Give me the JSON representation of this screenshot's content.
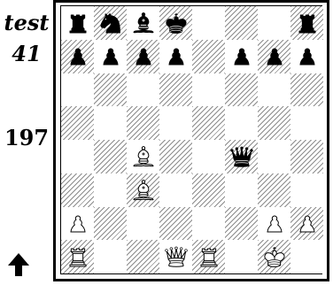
{
  "labels": {
    "title": "test",
    "number": "41",
    "count": "197"
  },
  "orientation": "white-to-move",
  "pieces": [
    {
      "type": "rook",
      "color": "black",
      "square": "a8"
    },
    {
      "type": "knight",
      "color": "black",
      "square": "b8"
    },
    {
      "type": "bishop",
      "color": "black",
      "square": "c8"
    },
    {
      "type": "king",
      "color": "black",
      "square": "d8"
    },
    {
      "type": "rook",
      "color": "black",
      "square": "h8"
    },
    {
      "type": "pawn",
      "color": "black",
      "square": "a7"
    },
    {
      "type": "pawn",
      "color": "black",
      "square": "b7"
    },
    {
      "type": "pawn",
      "color": "black",
      "square": "c7"
    },
    {
      "type": "pawn",
      "color": "black",
      "square": "d7"
    },
    {
      "type": "pawn",
      "color": "black",
      "square": "f7"
    },
    {
      "type": "pawn",
      "color": "black",
      "square": "g7"
    },
    {
      "type": "pawn",
      "color": "black",
      "square": "h7"
    },
    {
      "type": "queen",
      "color": "black",
      "square": "f4"
    },
    {
      "type": "bishop",
      "color": "white",
      "square": "c4"
    },
    {
      "type": "bishop",
      "color": "white",
      "square": "c3"
    },
    {
      "type": "pawn",
      "color": "white",
      "square": "a2"
    },
    {
      "type": "pawn",
      "color": "white",
      "square": "g2"
    },
    {
      "type": "pawn",
      "color": "white",
      "square": "h2"
    },
    {
      "type": "rook",
      "color": "white",
      "square": "a1"
    },
    {
      "type": "queen",
      "color": "white",
      "square": "d1"
    },
    {
      "type": "rook",
      "color": "white",
      "square": "e1"
    },
    {
      "type": "king",
      "color": "white",
      "square": "g1"
    }
  ]
}
